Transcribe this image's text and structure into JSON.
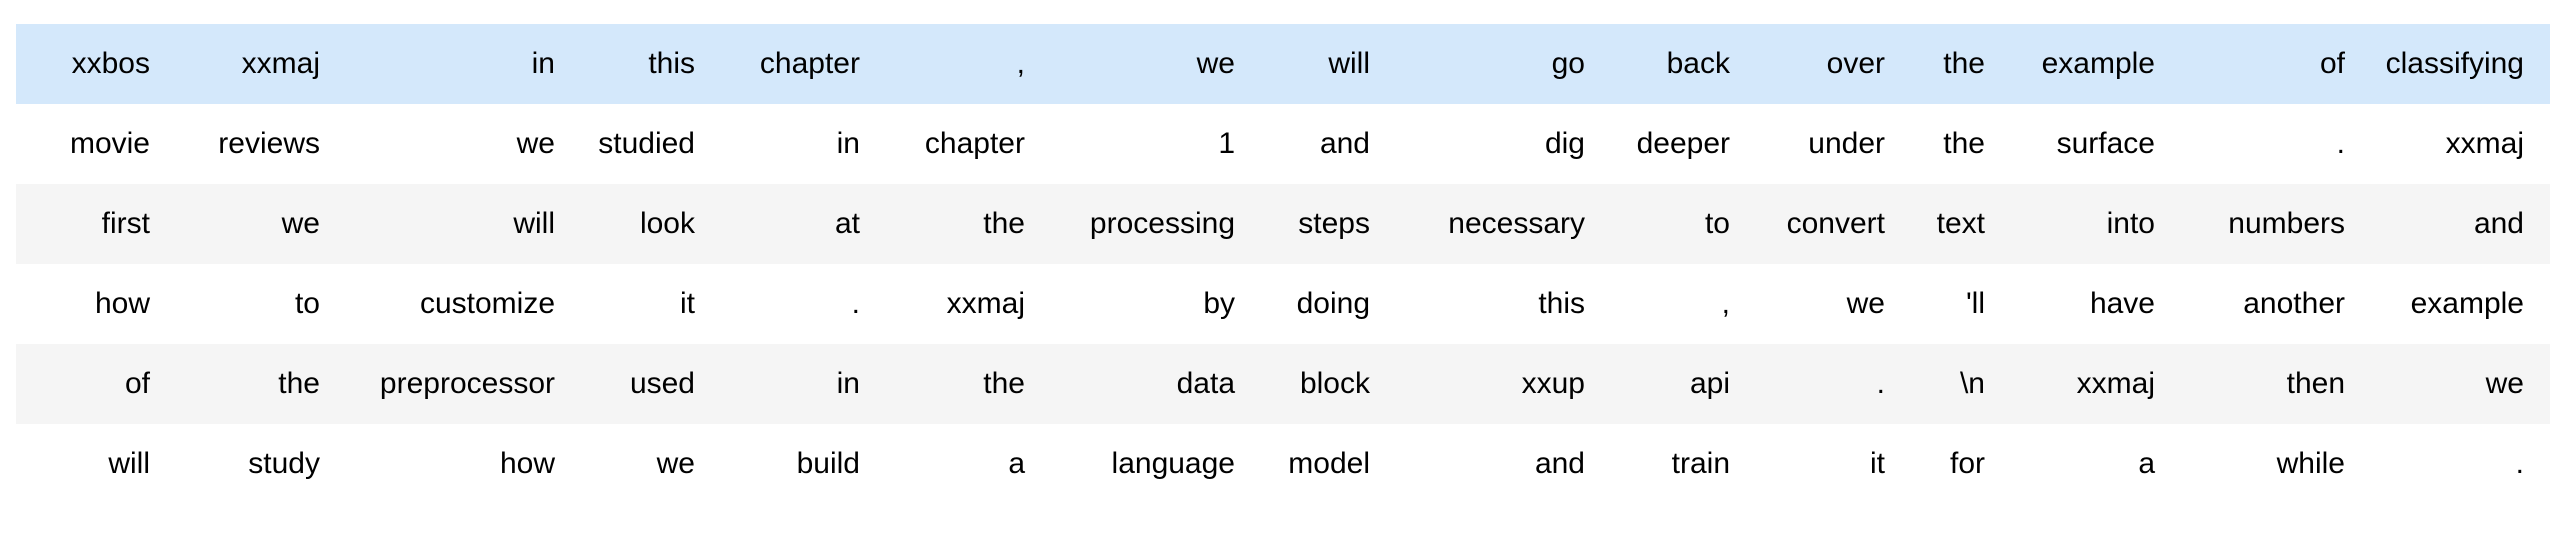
{
  "table": {
    "highlighted_row_index": 0,
    "rows": [
      [
        "xxbos",
        "xxmaj",
        "in",
        "this",
        "chapter",
        ",",
        "we",
        "will",
        "go",
        "back",
        "over",
        "the",
        "example",
        "of",
        "classifying"
      ],
      [
        "movie",
        "reviews",
        "we",
        "studied",
        "in",
        "chapter",
        "1",
        "and",
        "dig",
        "deeper",
        "under",
        "the",
        "surface",
        ".",
        "xxmaj"
      ],
      [
        "first",
        "we",
        "will",
        "look",
        "at",
        "the",
        "processing",
        "steps",
        "necessary",
        "to",
        "convert",
        "text",
        "into",
        "numbers",
        "and"
      ],
      [
        "how",
        "to",
        "customize",
        "it",
        ".",
        "xxmaj",
        "by",
        "doing",
        "this",
        ",",
        "we",
        "'ll",
        "have",
        "another",
        "example"
      ],
      [
        "of",
        "the",
        "preprocessor",
        "used",
        "in",
        "the",
        "data",
        "block",
        "xxup",
        "api",
        ".",
        "\\n",
        "xxmaj",
        "then",
        "we"
      ],
      [
        "will",
        "study",
        "how",
        "we",
        "build",
        "a",
        "language",
        "model",
        "and",
        "train",
        "it",
        "for",
        "a",
        "while",
        "."
      ]
    ]
  },
  "colors": {
    "highlight_row_bg": "#d4e8fb",
    "stripe_row_bg": "#f5f5f5",
    "plain_row_bg": "#ffffff",
    "text": "#000000"
  }
}
